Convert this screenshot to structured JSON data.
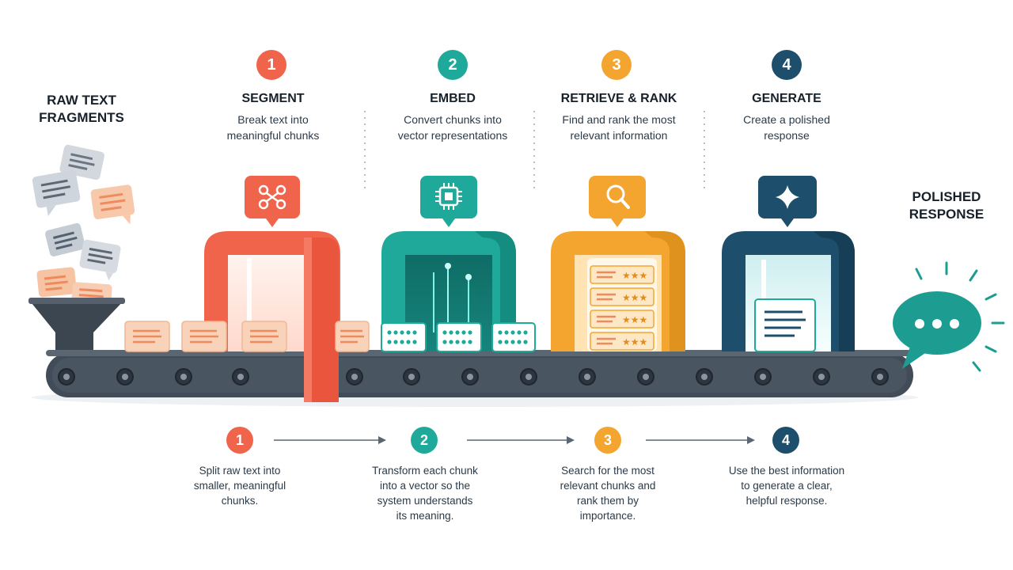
{
  "labels": {
    "raw_line1": "RAW TEXT",
    "raw_line2": "FRAGMENTS",
    "polished_line1": "POLISHED",
    "polished_line2": "RESPONSE"
  },
  "stages": [
    {
      "number": "1",
      "title": "SEGMENT",
      "desc_line1": "Break text into",
      "desc_line2": "meaningful chunks",
      "icon": "scissors-icon",
      "color": "#f0644c"
    },
    {
      "number": "2",
      "title": "EMBED",
      "desc_line1": "Convert chunks into",
      "desc_line2": "vector representations",
      "icon": "chip-icon",
      "color": "#1ea99a"
    },
    {
      "number": "3",
      "title": "RETRIEVE & RANK",
      "desc_line1": "Find and rank the most",
      "desc_line2": "relevant information",
      "icon": "magnifier-icon",
      "color": "#f3a530"
    },
    {
      "number": "4",
      "title": "GENERATE",
      "desc_line1": "Create a polished",
      "desc_line2": "response",
      "icon": "sparkle-icon",
      "color": "#1d4e6b"
    }
  ],
  "bottom_steps": [
    {
      "number": "1",
      "lines": [
        "Split raw text into",
        "smaller, meaningful",
        "chunks."
      ]
    },
    {
      "number": "2",
      "lines": [
        "Transform each chunk",
        "into a vector so the",
        "system understands",
        "its meaning."
      ]
    },
    {
      "number": "3",
      "lines": [
        "Search for the most",
        "relevant chunks and",
        "rank them by",
        "importance."
      ]
    },
    {
      "number": "4",
      "lines": [
        "Use the best information",
        "to generate a clear,",
        "helpful response."
      ]
    }
  ],
  "colors": {
    "conveyor": "#414c58",
    "roller": "#2c3540",
    "fragment_orange": "#f7c9ad",
    "fragment_gray": "#cfd5dc",
    "arrow": "#5a6672"
  }
}
